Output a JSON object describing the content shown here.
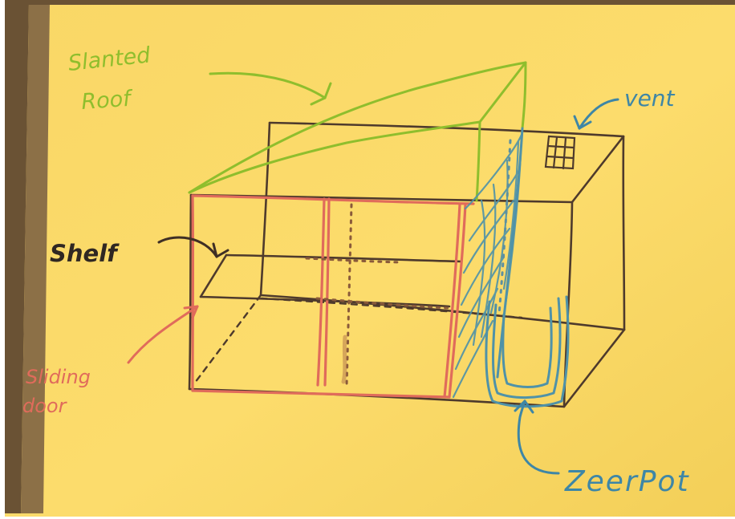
{
  "labels": {
    "roof": [
      "Slanted",
      "Roof"
    ],
    "vent": "vent",
    "shelf": "Shelf",
    "door": [
      "Sliding",
      "door"
    ],
    "pot": "ZeerPot"
  },
  "colors": {
    "board": "#fcdc6a",
    "board_edge": "#f4cf57",
    "frame_wood": "#6e5434",
    "ink_dark": "#4e3a2c",
    "ink_green": "#8fbe2d",
    "ink_red": "#e06b5b",
    "ink_blue": "#4f92a8",
    "label_blue": "#3e86a6"
  }
}
